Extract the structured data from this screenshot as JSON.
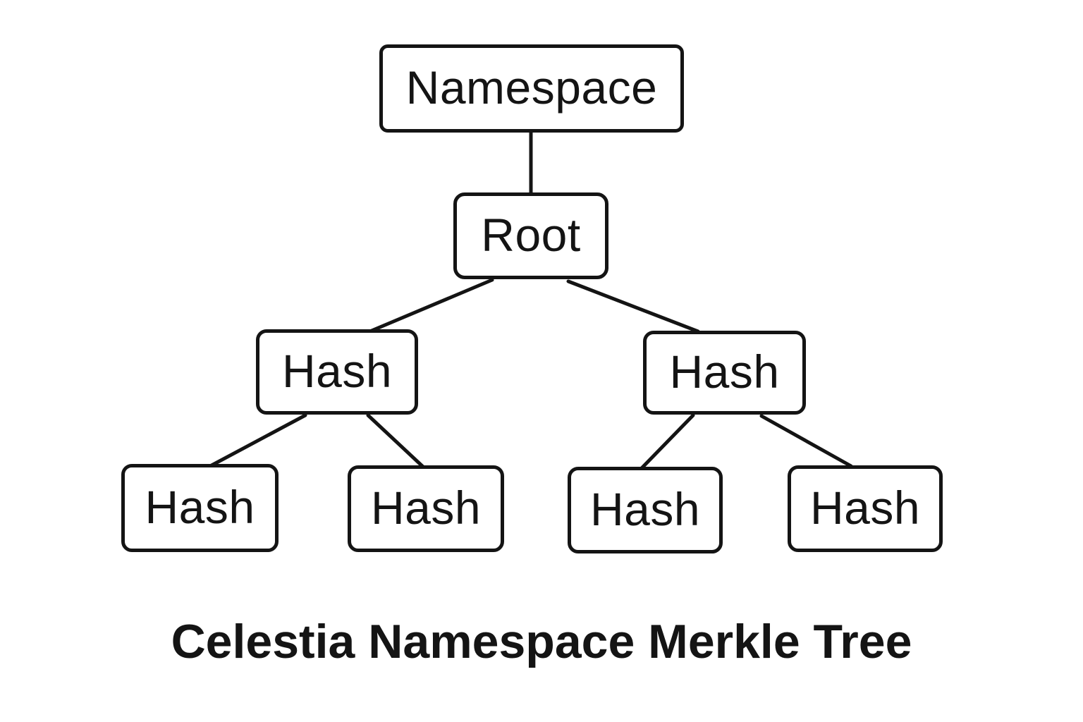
{
  "caption": "Celestia Namespace Merkle Tree",
  "nodes": {
    "namespace": {
      "label": "Namespace"
    },
    "root": {
      "label": "Root"
    },
    "hash_l": {
      "label": "Hash"
    },
    "hash_r": {
      "label": "Hash"
    },
    "hash_ll": {
      "label": "Hash"
    },
    "hash_lr": {
      "label": "Hash"
    },
    "hash_rl": {
      "label": "Hash"
    },
    "hash_rr": {
      "label": "Hash"
    }
  },
  "colors": {
    "line": "#141414",
    "text": "#141414",
    "background": "#ffffff"
  }
}
